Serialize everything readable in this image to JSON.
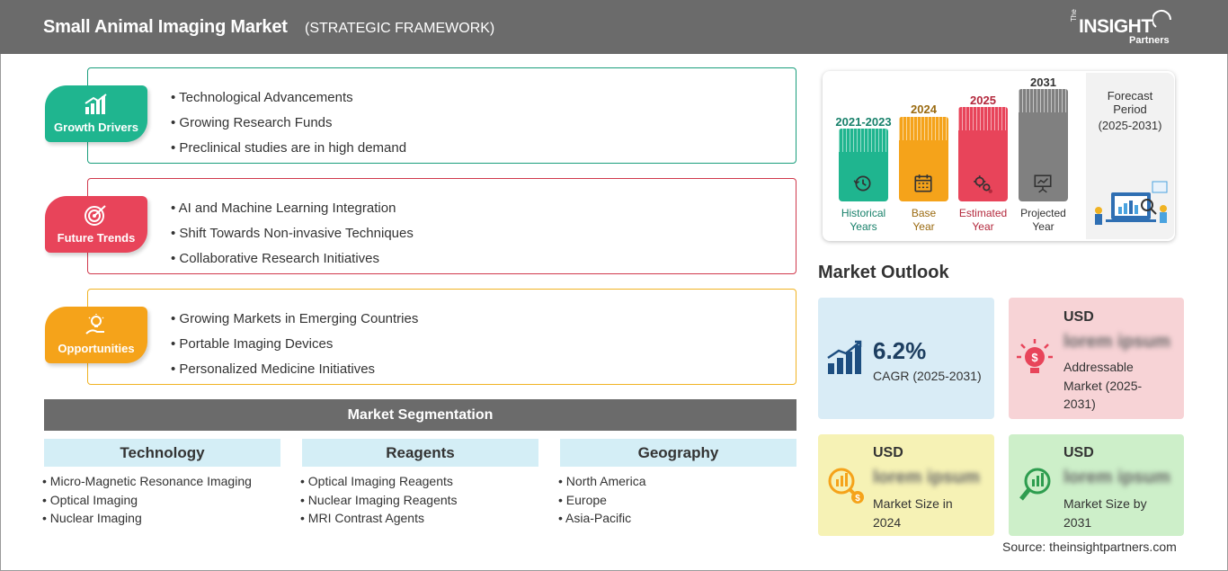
{
  "header": {
    "title": "Small Animal Imaging Market",
    "subtitle": "(STRATEGIC FRAMEWORK)",
    "logo": {
      "the": "The",
      "insight": "INSIGHT",
      "partners": "Partners"
    }
  },
  "framework": [
    {
      "label": "Growth Drivers",
      "color": "#1fb58f",
      "border": "#1a9e7c",
      "icon": "bar-chart-icon",
      "items": [
        "Technological Advancements",
        "Growing Research Funds",
        "Preclinical studies are in high demand"
      ]
    },
    {
      "label": "Future Trends",
      "color": "#e8445a",
      "border": "#d0394c",
      "icon": "target-icon",
      "items": [
        "AI and Machine Learning Integration",
        "Shift Towards Non-invasive Techniques",
        "Collaborative Research Initiatives"
      ]
    },
    {
      "label": "Opportunities",
      "color": "#f5a31a",
      "border": "#f0b323",
      "icon": "lightbulb-hand-icon",
      "items": [
        "Growing Markets in Emerging Countries",
        "Portable Imaging Devices",
        "Personalized Medicine Initiatives"
      ]
    }
  ],
  "segmentation": {
    "title": "Market Segmentation",
    "columns": [
      {
        "heading": "Technology",
        "items": [
          "Micro-Magnetic Resonance Imaging",
          "Optical Imaging",
          "Nuclear Imaging"
        ]
      },
      {
        "heading": "Reagents",
        "items": [
          "Optical Imaging Reagents",
          "Nuclear Imaging Reagents",
          "MRI Contrast Agents"
        ]
      },
      {
        "heading": "Geography",
        "items": [
          "North America",
          "Europe",
          "Asia-Pacific"
        ]
      }
    ]
  },
  "timeline": {
    "bars": [
      {
        "year": "2021-2023",
        "caption_1": "Historical",
        "caption_2": "Years",
        "color": "#1fb58f",
        "text_color": "#17806a",
        "icon": "history-icon"
      },
      {
        "year": "2024",
        "caption_1": "Base",
        "caption_2": "Year",
        "color": "#f5a31a",
        "text_color": "#9a6a10",
        "icon": "calendar-icon"
      },
      {
        "year": "2025",
        "caption_1": "Estimated",
        "caption_2": "Year",
        "color": "#e8445a",
        "text_color": "#b3283c",
        "icon": "gears-icon"
      },
      {
        "year": "2031",
        "caption_1": "Projected",
        "caption_2": "Year",
        "color": "#808080",
        "text_color": "#333333",
        "icon": "presentation-icon"
      }
    ],
    "forecast": {
      "line1": "Forecast",
      "line2": "Period",
      "line3": "(2025-2031)"
    }
  },
  "outlook": {
    "title": "Market Outlook",
    "cagr": {
      "value": "6.2%",
      "label": "CAGR (2025-2031)",
      "bg": "#d9ecf6",
      "icon": "growth-chart-icon"
    },
    "addressable": {
      "currency": "USD",
      "value": "lorem ipsum",
      "label_1": "Addressable",
      "label_2": "Market (2025-",
      "label_3": "2031)",
      "bg": "#f7d3d6",
      "icon": "dollar-bulb-icon"
    },
    "size_2024": {
      "currency": "USD",
      "value": "lorem ipsum",
      "label_1": "Market Size in",
      "label_2": "2024",
      "bg": "#f6f2b5",
      "icon": "magnifier-coin-icon"
    },
    "size_2031": {
      "currency": "USD",
      "value": "lorem ipsum",
      "label_1": "Market Size by",
      "label_2": "2031",
      "bg": "#cdefc9",
      "icon": "magnifier-chart-icon"
    }
  },
  "source": "Source: theinsightpartners.com"
}
